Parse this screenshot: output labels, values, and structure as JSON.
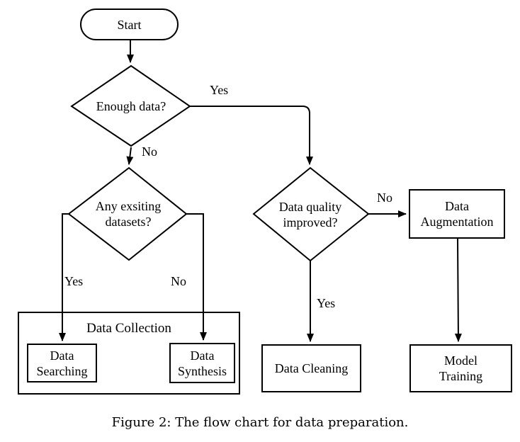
{
  "figure": {
    "caption": "Figure 2: The flow chart for data preparation."
  },
  "nodes": {
    "start": "Start",
    "enough_data": "Enough data?",
    "existing_datasets": "Any exsiting\ndatasets?",
    "data_quality": "Data quality\nimproved?",
    "data_collection": "Data Collection",
    "data_searching": "Data\nSearching",
    "data_synthesis": "Data\nSynthesis",
    "data_cleaning": "Data Cleaning",
    "data_augmentation": "Data\nAugmentation",
    "model_training": "Model\nTraining"
  },
  "edge_labels": {
    "enough_yes": "Yes",
    "enough_no": "No",
    "existing_yes": "Yes",
    "existing_no": "No",
    "quality_no": "No",
    "quality_yes": "Yes"
  },
  "colors": {
    "line": "#000000",
    "background": "#ffffff",
    "text": "#000000"
  }
}
